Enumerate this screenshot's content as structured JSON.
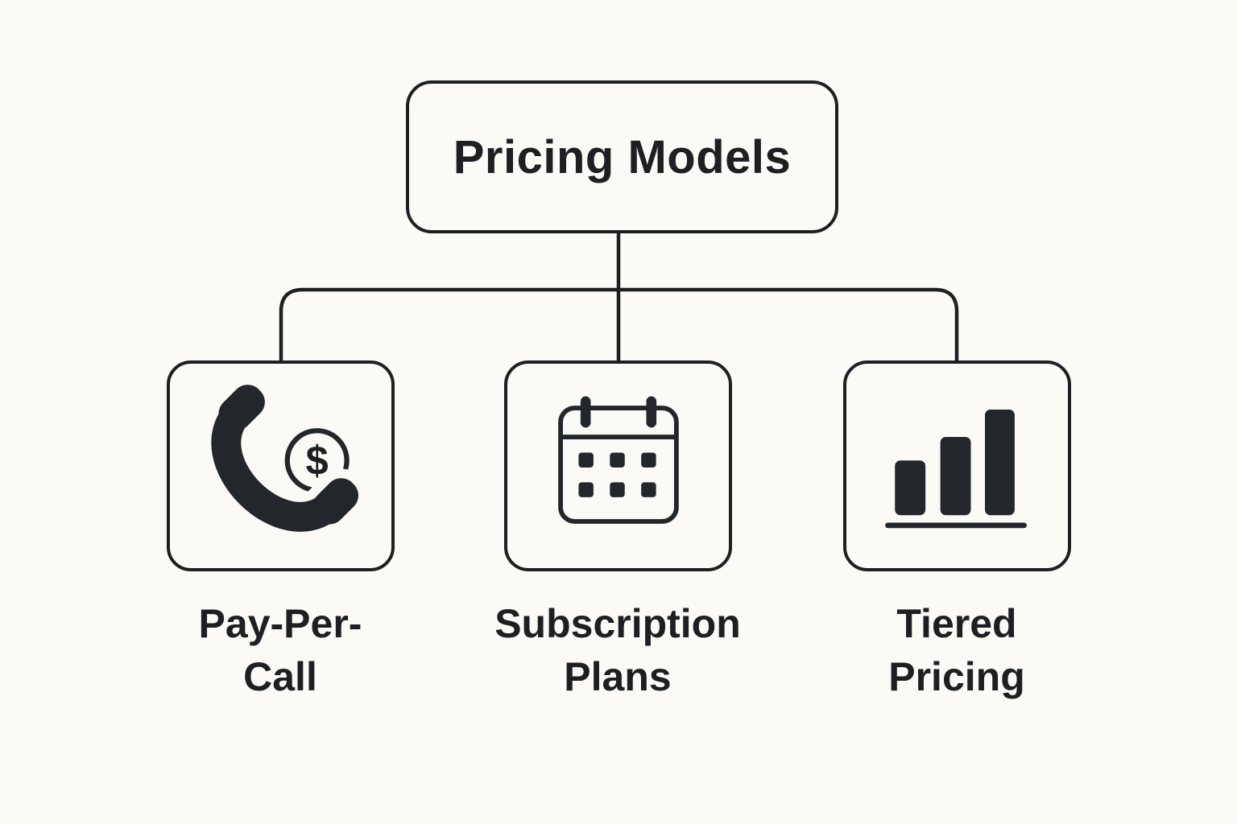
{
  "colors": {
    "background": "#fbfaf6",
    "ink": "#1d1f22",
    "icon_fill": "#23262b"
  },
  "diagram": {
    "root": {
      "label": "Pricing Models"
    },
    "children": [
      {
        "id": "pay-per-call",
        "icon": "phone-dollar-icon",
        "label": "Pay-Per-Call",
        "label_lines": [
          "Pay-Per-",
          "Call"
        ]
      },
      {
        "id": "subscription-plans",
        "icon": "calendar-icon",
        "label": "Subscription Plans",
        "label_lines": [
          "Subscription",
          "Plans"
        ]
      },
      {
        "id": "tiered-pricing",
        "icon": "bar-chart-icon",
        "label": "Tiered Pricing",
        "label_lines": [
          "Tiered",
          "Pricing"
        ]
      }
    ],
    "dollar_symbol": "$"
  }
}
